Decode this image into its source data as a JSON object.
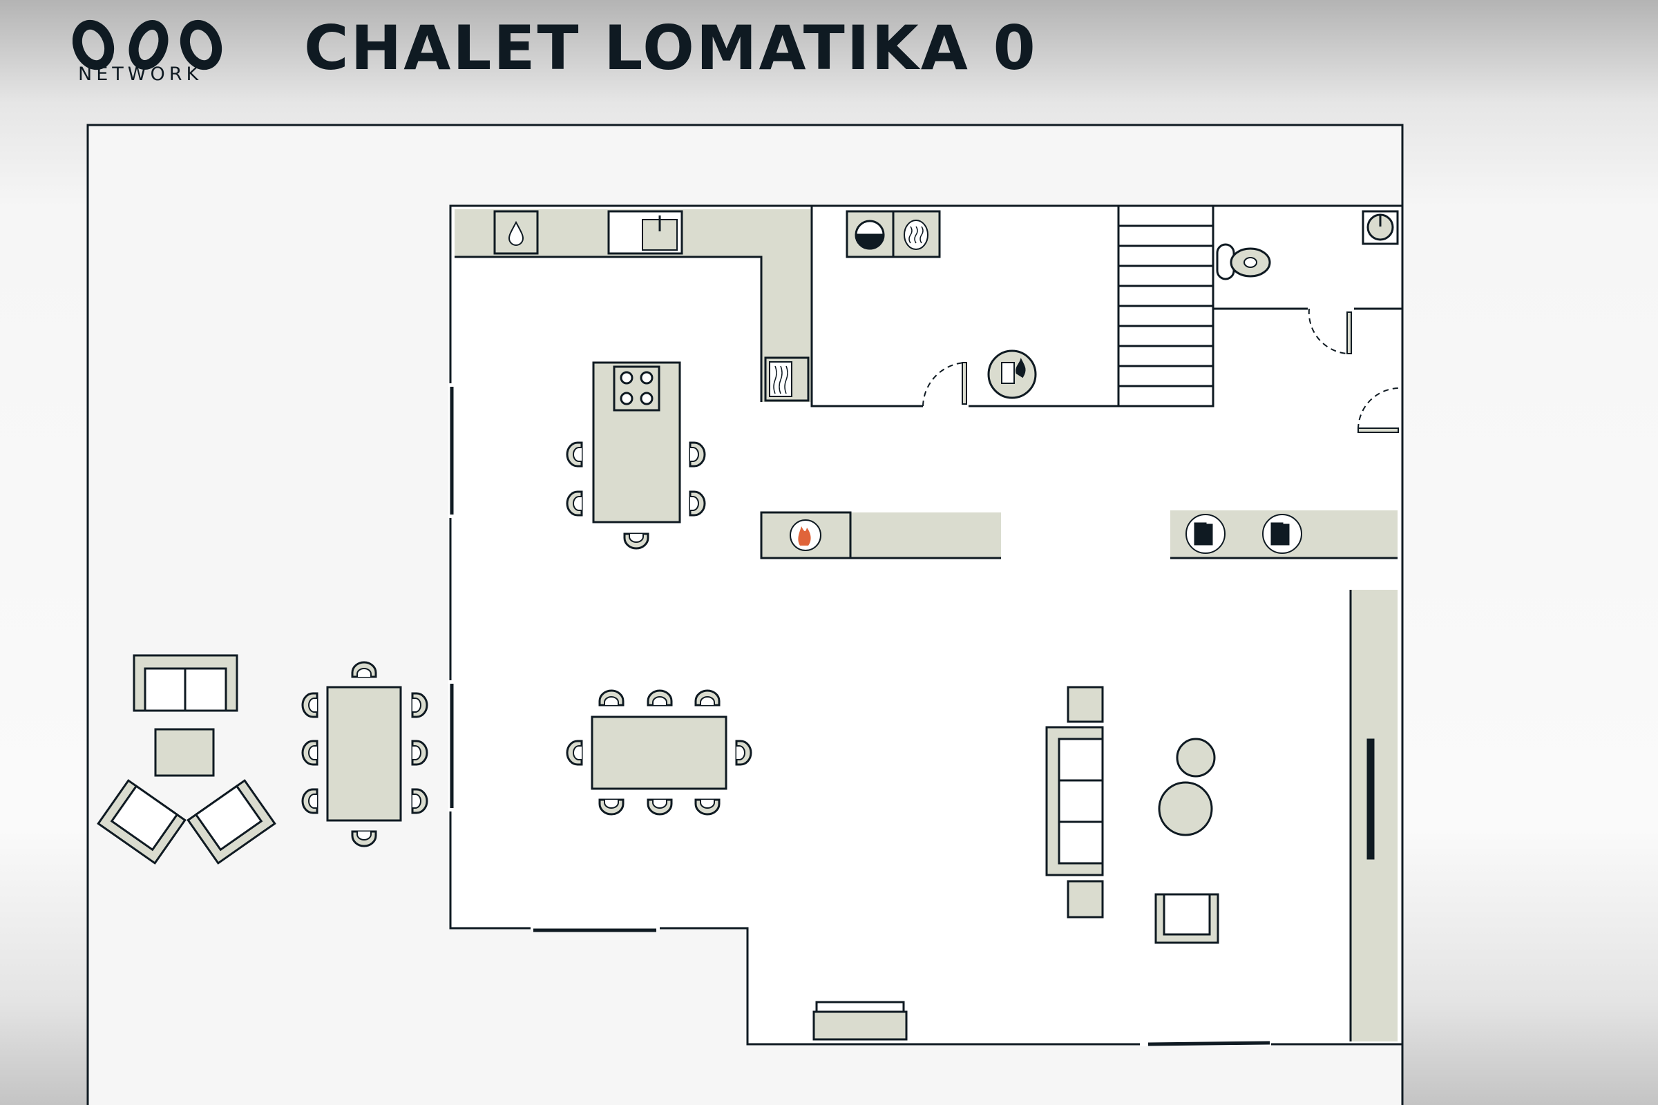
{
  "header": {
    "logo_text": "NETWORK",
    "logo_mark": "ovo",
    "title": "CHALET LOMATIKA 0"
  },
  "colors": {
    "ink": "#0f1a22",
    "furniture": "#dadccf",
    "fire": "#e0643a"
  },
  "icons": [
    "water-drop-icon",
    "sink-icon",
    "washing-machine-icon",
    "dryer-icon",
    "microwave-icon",
    "boiler-icon",
    "fireplace-icon",
    "books-icon",
    "toilet-icon",
    "washbasin-icon",
    "cooktop-icon"
  ]
}
